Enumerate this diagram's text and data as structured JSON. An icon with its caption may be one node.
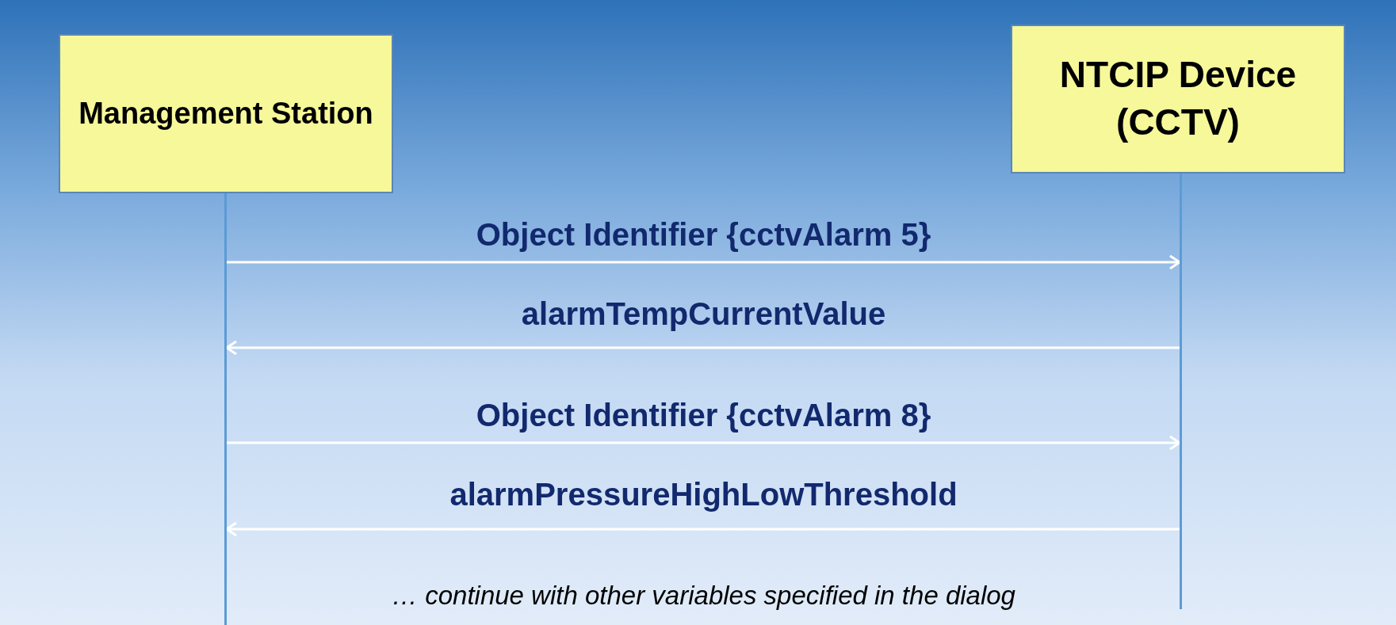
{
  "diagram": {
    "nodes": [
      {
        "text": [
          "Management Station"
        ]
      },
      {
        "text": [
          "NTCIP Device (CCTV)"
        ]
      },
      {
        "text": [],
        "shape": "bar"
      },
      {
        "text": [],
        "shape": "bar"
      }
    ],
    "edges": [
      {
        "from": 2,
        "to": 3,
        "arrow": "to",
        "label": "Object Identifier {cctvAlarm 5}"
      },
      {
        "from": 3,
        "to": 2,
        "arrow": "to",
        "label": "alarmTempCurrentValue"
      },
      {
        "from": 2,
        "to": 3,
        "arrow": "to",
        "label": "Object Identifier {cctvAlarm 8}"
      },
      {
        "from": 3,
        "to": 2,
        "arrow": "to",
        "label": "alarmPressureHighLowThreshold"
      }
    ],
    "labels": [
      "… continue with other variables specified in the dialog"
    ]
  }
}
